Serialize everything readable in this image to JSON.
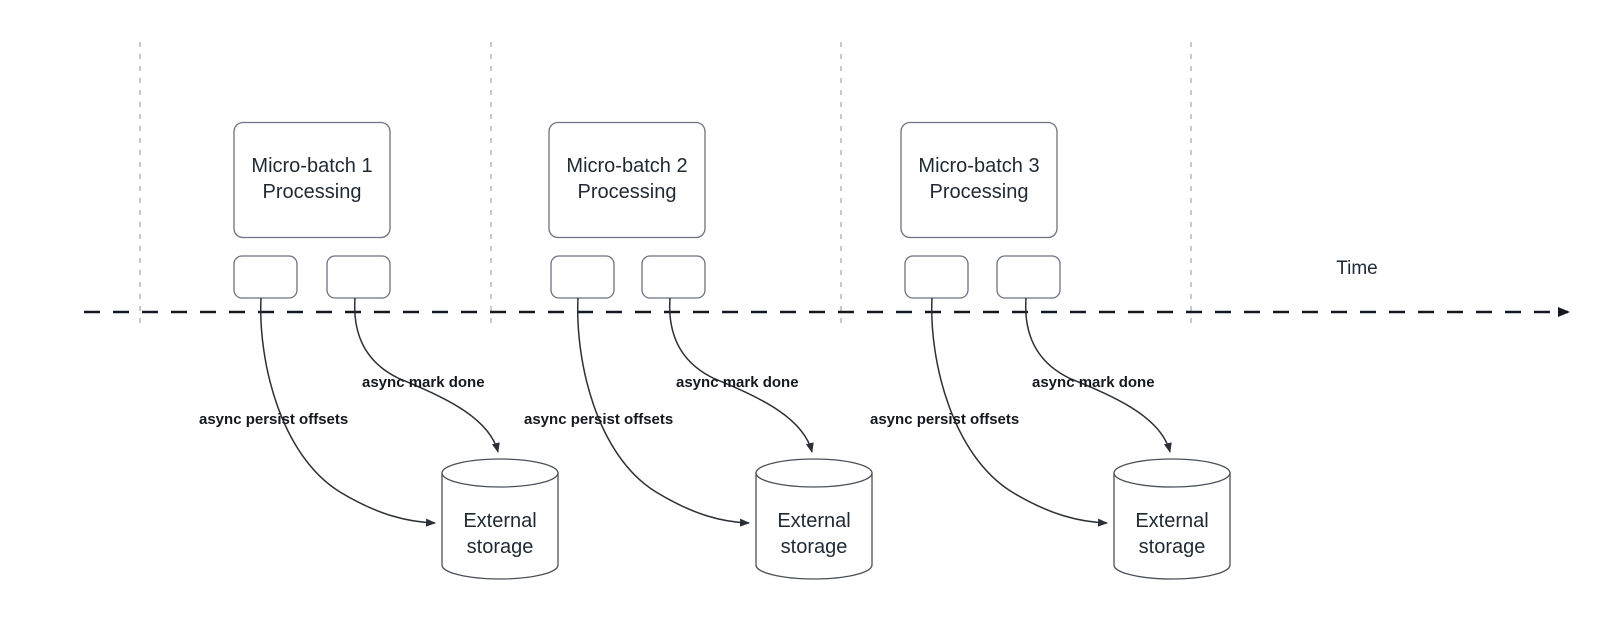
{
  "diagram": {
    "title_text": "",
    "timeline": {
      "label": "Time",
      "axis_name": "time-axis",
      "direction": "left-to-right"
    },
    "colors": {
      "background": "#ffffff",
      "box_stroke": "#6b7280",
      "cylinder_stroke": "#4b5058",
      "guide_line": "#b9bcc0",
      "timeline_line": "#151a22",
      "curve": "#2b3038",
      "text": "#1f2933",
      "edge_label_text": "#14181f"
    },
    "groups": [
      {
        "id": "group-1",
        "batch_label_line1": "Micro-batch 1",
        "batch_label_line2": "Processing",
        "task_boxes": [
          "",
          ""
        ],
        "edge_labels": {
          "persist": "async persist offsets",
          "mark_done": "async mark done"
        },
        "storage_label_line1": "External",
        "storage_label_line2": "storage"
      },
      {
        "id": "group-2",
        "batch_label_line1": "Micro-batch 2",
        "batch_label_line2": "Processing",
        "task_boxes": [
          "",
          ""
        ],
        "edge_labels": {
          "persist": "async persist offsets",
          "mark_done": "async mark done"
        },
        "storage_label_line1": "External",
        "storage_label_line2": "storage"
      },
      {
        "id": "group-3",
        "batch_label_line1": "Micro-batch 3",
        "batch_label_line2": "Processing",
        "task_boxes": [
          "",
          ""
        ],
        "edge_labels": {
          "persist": "async persist offsets",
          "mark_done": "async mark done"
        },
        "storage_label_line1": "External",
        "storage_label_line2": "storage"
      }
    ],
    "guide_lines_count": 4
  }
}
